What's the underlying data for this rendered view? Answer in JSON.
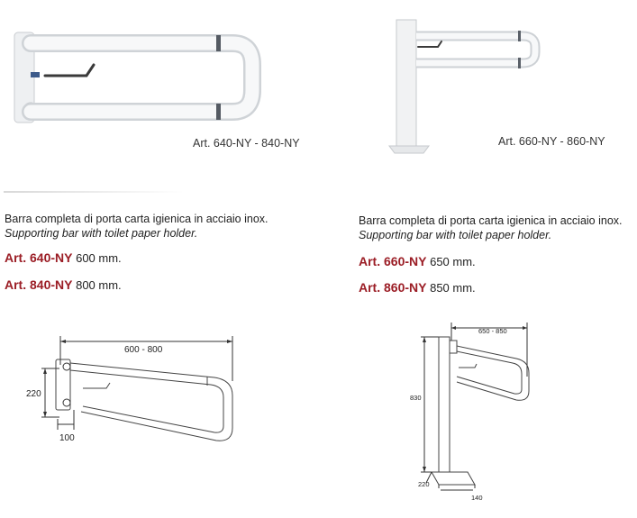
{
  "products": [
    {
      "caption": "Art. 640-NY - 840-NY",
      "desc_it": "Barra completa di porta carta igienica in acciaio inox.",
      "desc_en": "Supporting bar with toilet paper holder.",
      "articles": [
        {
          "code": "Art. 640-NY",
          "size": "600 mm."
        },
        {
          "code": "Art. 840-NY",
          "size": "800 mm."
        }
      ],
      "dims": {
        "length": "600 - 800",
        "height": "220",
        "depth": "100"
      }
    },
    {
      "caption": "Art. 660-NY - 860-NY",
      "desc_it": "Barra completa di porta carta igienica in acciaio inox.",
      "desc_en": "Supporting bar with toilet paper holder.",
      "articles": [
        {
          "code": "Art. 660-NY",
          "size": "650 mm."
        },
        {
          "code": "Art. 860-NY",
          "size": "850 mm."
        }
      ],
      "dims": {
        "length": "650 - 850",
        "height": "830",
        "base_depth": "220",
        "base_width": "140"
      }
    }
  ]
}
